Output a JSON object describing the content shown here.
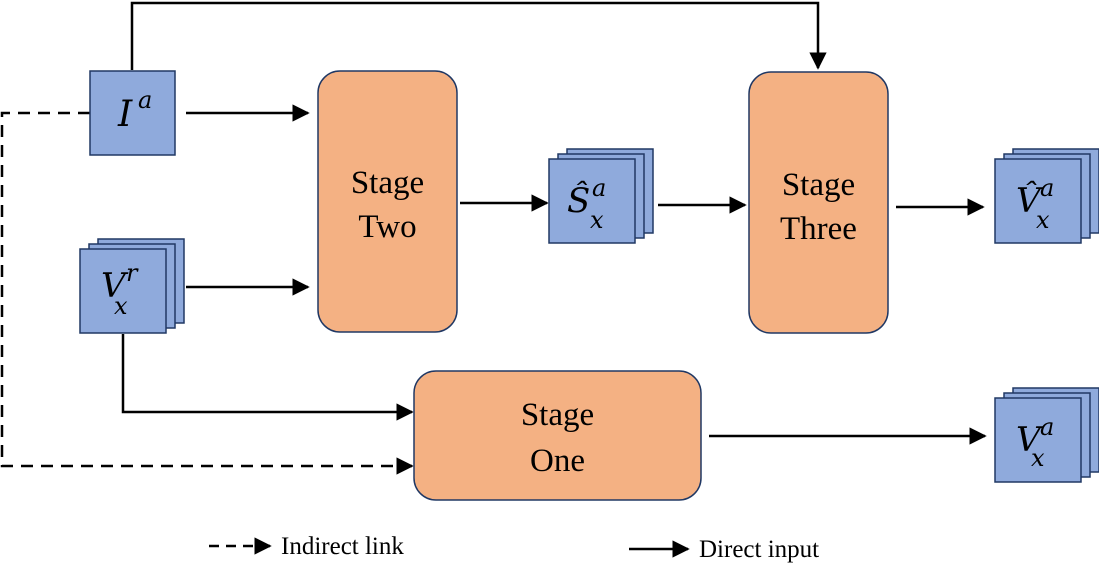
{
  "colors": {
    "stage_fill": "#F4B183",
    "stage_stroke": "#203864",
    "input_fill": "#8FAADC",
    "input_stroke": "#203864",
    "line": "#000000"
  },
  "stages": {
    "one": {
      "line1": "Stage",
      "line2": "One"
    },
    "two": {
      "line1": "Stage",
      "line2": "Two"
    },
    "three": {
      "line1": "Stage",
      "line2": "Three"
    }
  },
  "inputs": {
    "i_a": {
      "base": "I",
      "sup": "a"
    },
    "v_x_r": {
      "base": "V",
      "sup": "r",
      "sub": "x"
    },
    "s_hat_x_a": {
      "base": "Ŝ",
      "sup": "a",
      "sub": "x"
    },
    "v_hat_x_a": {
      "base": "V̂",
      "sup": "a",
      "sub": "x"
    },
    "v_x_a": {
      "base": "V",
      "sup": "a",
      "sub": "x"
    }
  },
  "legend": {
    "indirect": "Indirect link",
    "direct": "Direct input"
  }
}
